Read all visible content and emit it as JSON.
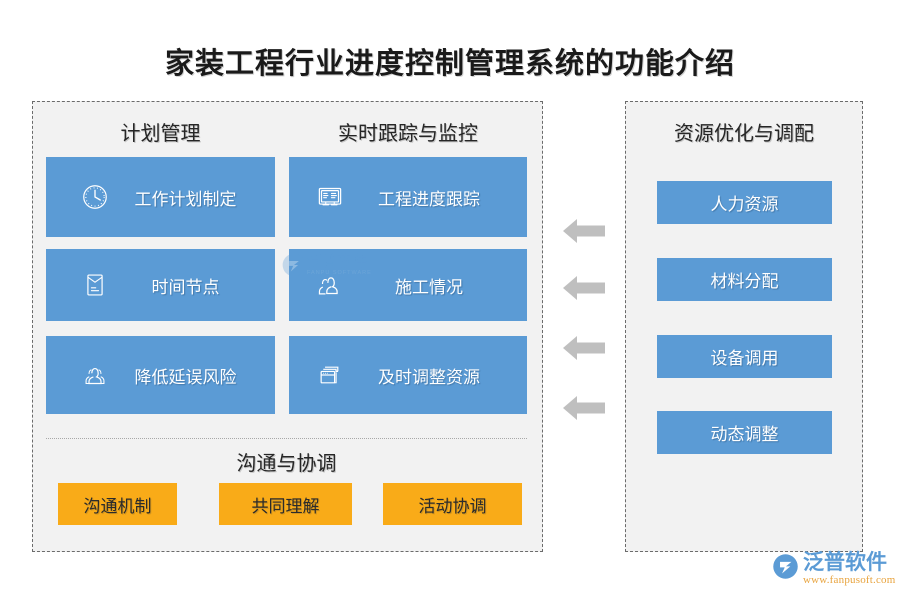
{
  "page": {
    "title": "家装工程行业进度控制管理系统的功能介绍",
    "colors": {
      "blue": "#5B9BD5",
      "orange": "#F9AB18",
      "panel_bg": "#F2F2F2",
      "panel_border": "#6B6B6B",
      "arrow": "#BFBFBF"
    }
  },
  "left_panel": {
    "headings": {
      "plan": "计划管理",
      "tracking": "实时跟踪与监控",
      "communication": "沟通与协调"
    },
    "features": [
      {
        "label": "工作计划制定",
        "icon": "clock-icon",
        "column": "plan"
      },
      {
        "label": "工程进度跟踪",
        "icon": "board-icon",
        "column": "tracking"
      },
      {
        "label": "时间节点",
        "icon": "document-icon",
        "column": "plan"
      },
      {
        "label": "施工情况",
        "icon": "users-icon",
        "column": "tracking"
      },
      {
        "label": "降低延误风险",
        "icon": "group-icon",
        "column": "plan"
      },
      {
        "label": "及时调整资源",
        "icon": "windows-icon",
        "column": "tracking"
      }
    ],
    "communication_items": [
      {
        "label": "沟通机制"
      },
      {
        "label": "共同理解"
      },
      {
        "label": "活动协调"
      }
    ]
  },
  "right_panel": {
    "heading": "资源优化与调配",
    "items": [
      {
        "label": "人力资源"
      },
      {
        "label": "材料分配"
      },
      {
        "label": "设备调用"
      },
      {
        "label": "动态调整"
      }
    ]
  },
  "arrows": {
    "count": 4,
    "direction": "left",
    "name": "left-arrow"
  },
  "watermark": {
    "text": "泛普软件",
    "subtext": "FANPU SOFTWARE"
  },
  "logo": {
    "name": "泛普软件",
    "url": "www.fanpusoft.com"
  }
}
